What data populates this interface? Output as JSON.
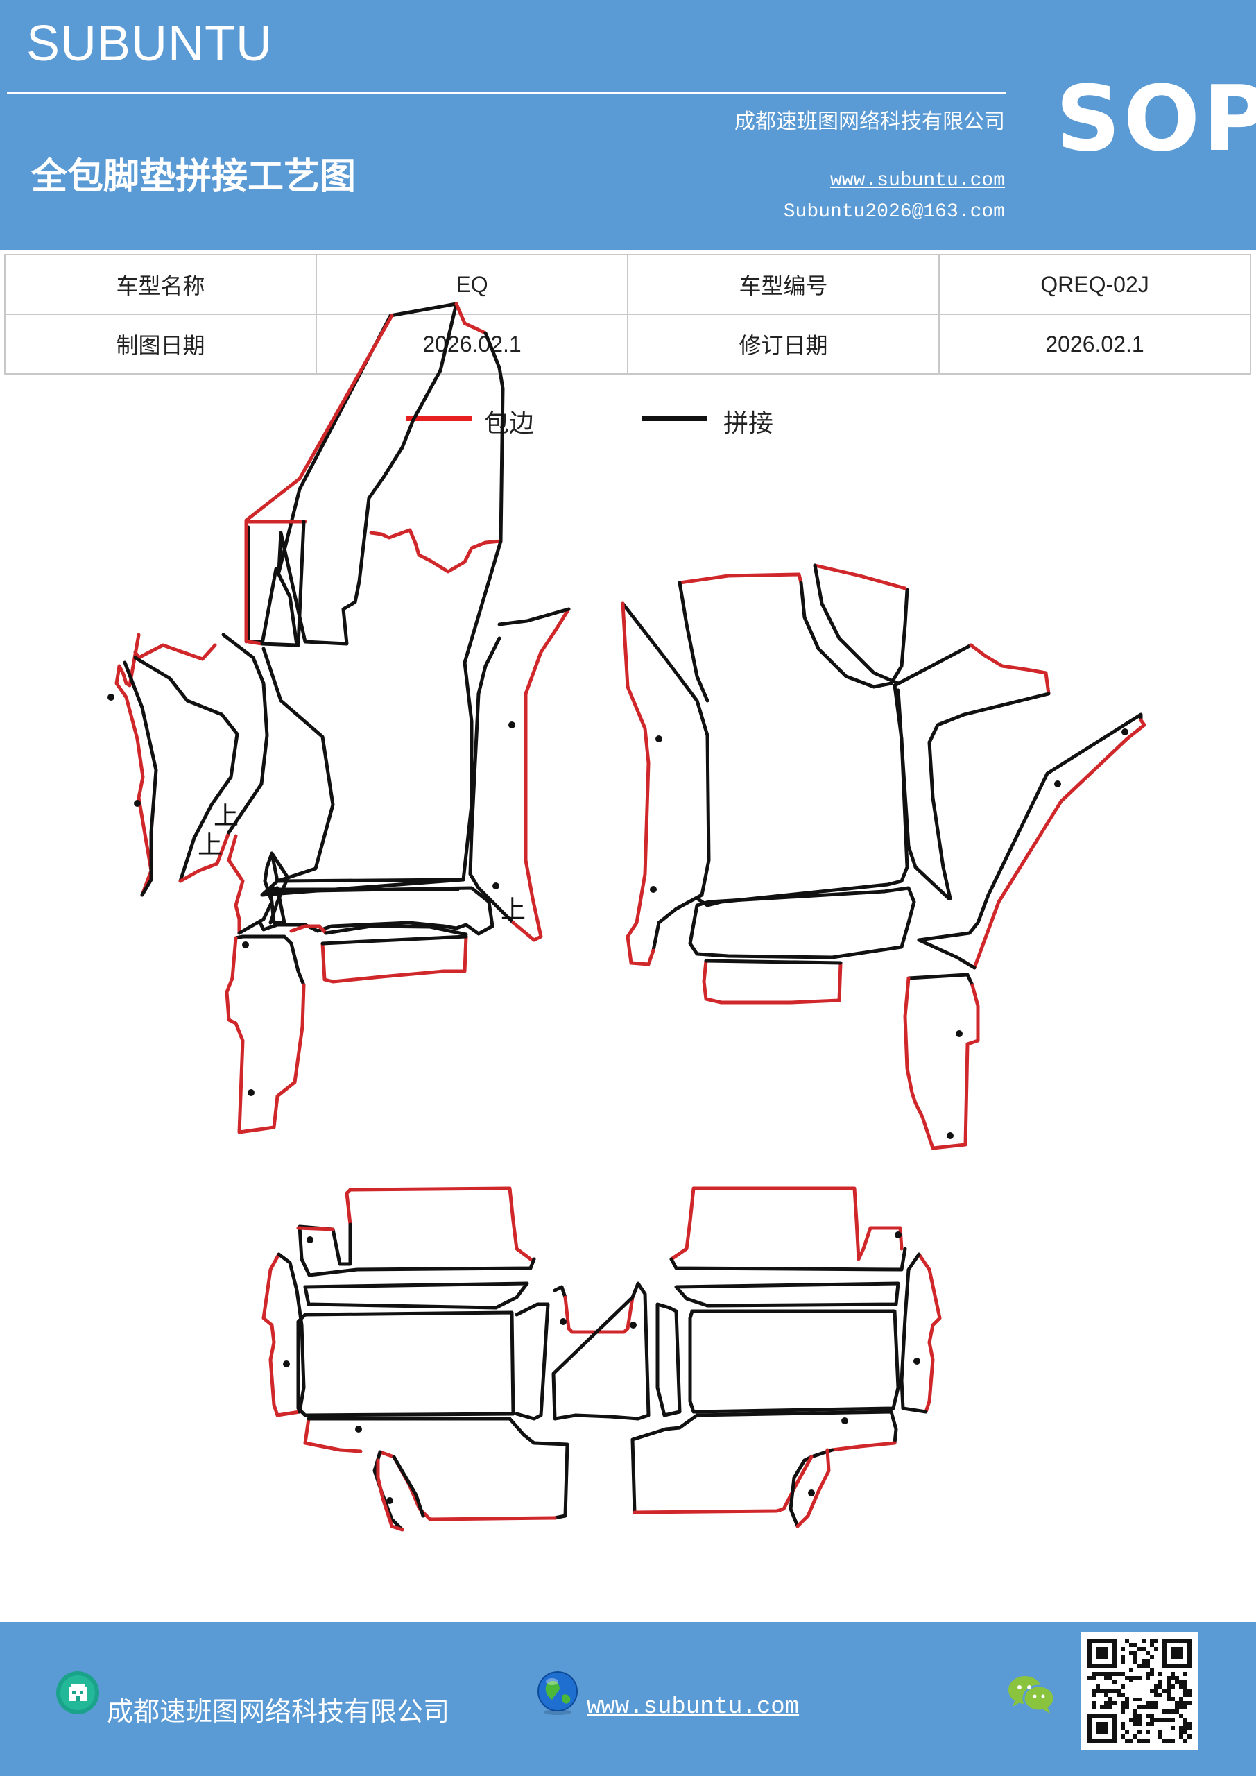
{
  "header": {
    "brand": "SUBUNTU",
    "company": "成都速班图网络科技有限公司",
    "title": "全包脚垫拼接工艺图",
    "website": "www.subuntu.com",
    "email": "Subuntu2026@163.com",
    "badge": "SOP"
  },
  "info_table": {
    "model_name_label": "车型名称",
    "model_name_value": "EQ",
    "model_code_label": "车型编号",
    "model_code_value": "QREQ-02J",
    "draw_date_label": "制图日期",
    "draw_date_value": "2026.02.1",
    "revise_date_label": "修订日期",
    "revise_date_value": "2026.02.1"
  },
  "legend": [
    {
      "label": "包边",
      "color": "#e62020"
    },
    {
      "label": "拼接",
      "color": "#111111"
    }
  ],
  "drawing": {
    "mark_char": "上",
    "edge_color": "#d0272b",
    "seam_color": "#111111"
  },
  "footer": {
    "company": "成都速班图网络科技有限公司",
    "website": "www.subuntu.com"
  },
  "icons": [
    "building-icon",
    "globe-icon",
    "wechat-icon",
    "qr-code"
  ]
}
